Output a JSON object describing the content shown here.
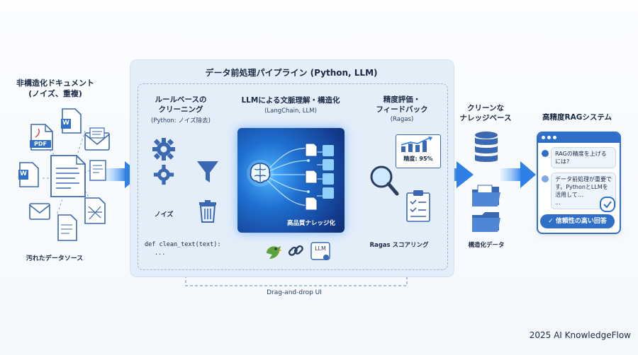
{
  "source": {
    "title": "非構造化ドキュメント\n(ノイズ、重複)",
    "title_line1": "非構造化ドキュメント",
    "title_line2": "(ノイズ、重複)",
    "pdf_label": "PDF",
    "word_label": "W",
    "caption": "汚れたデータソース"
  },
  "pipeline": {
    "title": "データ前処理パイプライン (Python, LLM)",
    "footer": "Drag-and-drop UI",
    "step1": {
      "title_line1": "ルールベースの",
      "title_line2": "クリーニング",
      "subtitle": "(Python: ノイズ除去)",
      "noise_label": "ノイズ",
      "code_line1": "def clean_text(text):",
      "code_line2": "..."
    },
    "step2": {
      "title": "LLMによる文脈理解・構造化",
      "subtitle": "(LangChain, LLM)",
      "output_label": "高品質ナレッジ化",
      "llm_tag": "LLM"
    },
    "step3": {
      "title_line1": "精度評価・",
      "title_line2": "フィードバック",
      "subtitle": "(Ragas)",
      "metric": "精度: 95%",
      "caption": "Ragas スコアリング"
    }
  },
  "knowledge_base": {
    "title_line1": "クリーンな",
    "title_line2": "ナレッジベース",
    "caption": "構造化データ"
  },
  "rag": {
    "title": "高精度RAGシステム",
    "question": "RAGの精度を上げるには?",
    "answer": "データ前処理が重要です。PythonとLLMを活用して...",
    "answer_more": "...",
    "badge": "信頼性の高い回答"
  },
  "footer": {
    "brand": "2025 AI KnowledgeFlow"
  },
  "colors": {
    "accent": "#2f6fc7",
    "arrow": "#3b8ef0",
    "panel": "#e4eef9",
    "icon": "#3a68b3",
    "dark_text": "#1b2a44"
  },
  "icons": [
    "pdf-icon",
    "word-icon",
    "mail-icon",
    "document-icon",
    "gear-icon",
    "funnel-icon",
    "trash-icon",
    "brain-icon",
    "magnifier-icon",
    "chart-icon",
    "checklist-icon",
    "database-icon",
    "folder-icon",
    "chat-icon",
    "check-icon",
    "parrot-icon",
    "chain-link-icon",
    "llm-badge-icon"
  ]
}
